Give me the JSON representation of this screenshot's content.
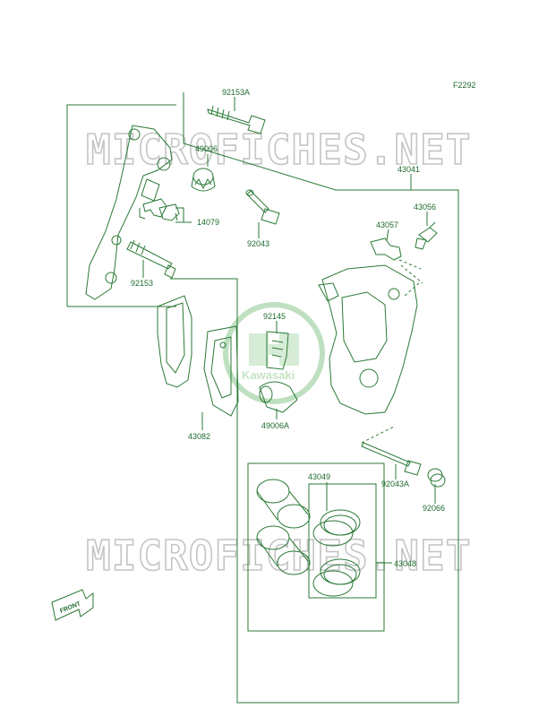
{
  "figure_code": "F2292",
  "watermark_text": "MICROFICHES.NET",
  "brand_logo_text": "Kawasaki",
  "front_arrow_label": "FRONT",
  "part_labels": {
    "p92153A": "92153A",
    "p49006": "49006",
    "p43041": "43041",
    "p43056": "43056",
    "p43057": "43057",
    "p14079": "14079",
    "p92043": "92043",
    "p92153": "92153",
    "p92145": "92145",
    "p49006A": "49006A",
    "p43082": "43082",
    "p43049": "43049",
    "p92043A": "92043A",
    "p92066": "92066",
    "p43048": "43048"
  },
  "colors": {
    "line": "#2a7a36",
    "label": "#1e6b2c",
    "watermark": "#c4c4c4",
    "logo": "#bfe0c0"
  }
}
